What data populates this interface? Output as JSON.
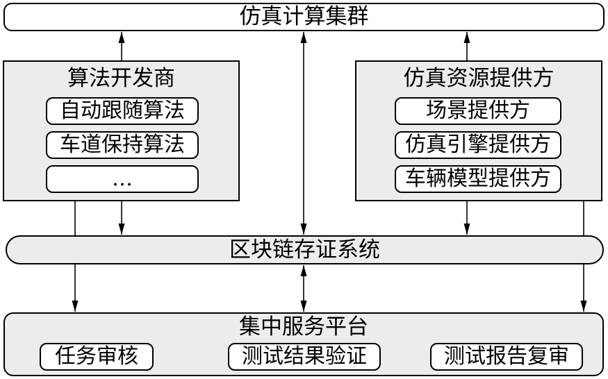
{
  "cluster": {
    "label": "仿真计算集群"
  },
  "algorithm_developer": {
    "title": "算法开发商",
    "items": [
      "自动跟随算法",
      "车道保持算法",
      "…"
    ]
  },
  "simulation_resource_provider": {
    "title": "仿真资源提供方",
    "items": [
      "场景提供方",
      "仿真引擎提供方",
      "车辆模型提供方"
    ]
  },
  "blockchain": {
    "label": "区块链存证系统"
  },
  "service_platform": {
    "title": "集中服务平台",
    "items": [
      "任务审核",
      "测试结果验证",
      "测试报告复审"
    ]
  },
  "colors": {
    "panel_fill": "#ececec",
    "box_fill": "#ffffff",
    "stroke": "#000000"
  }
}
